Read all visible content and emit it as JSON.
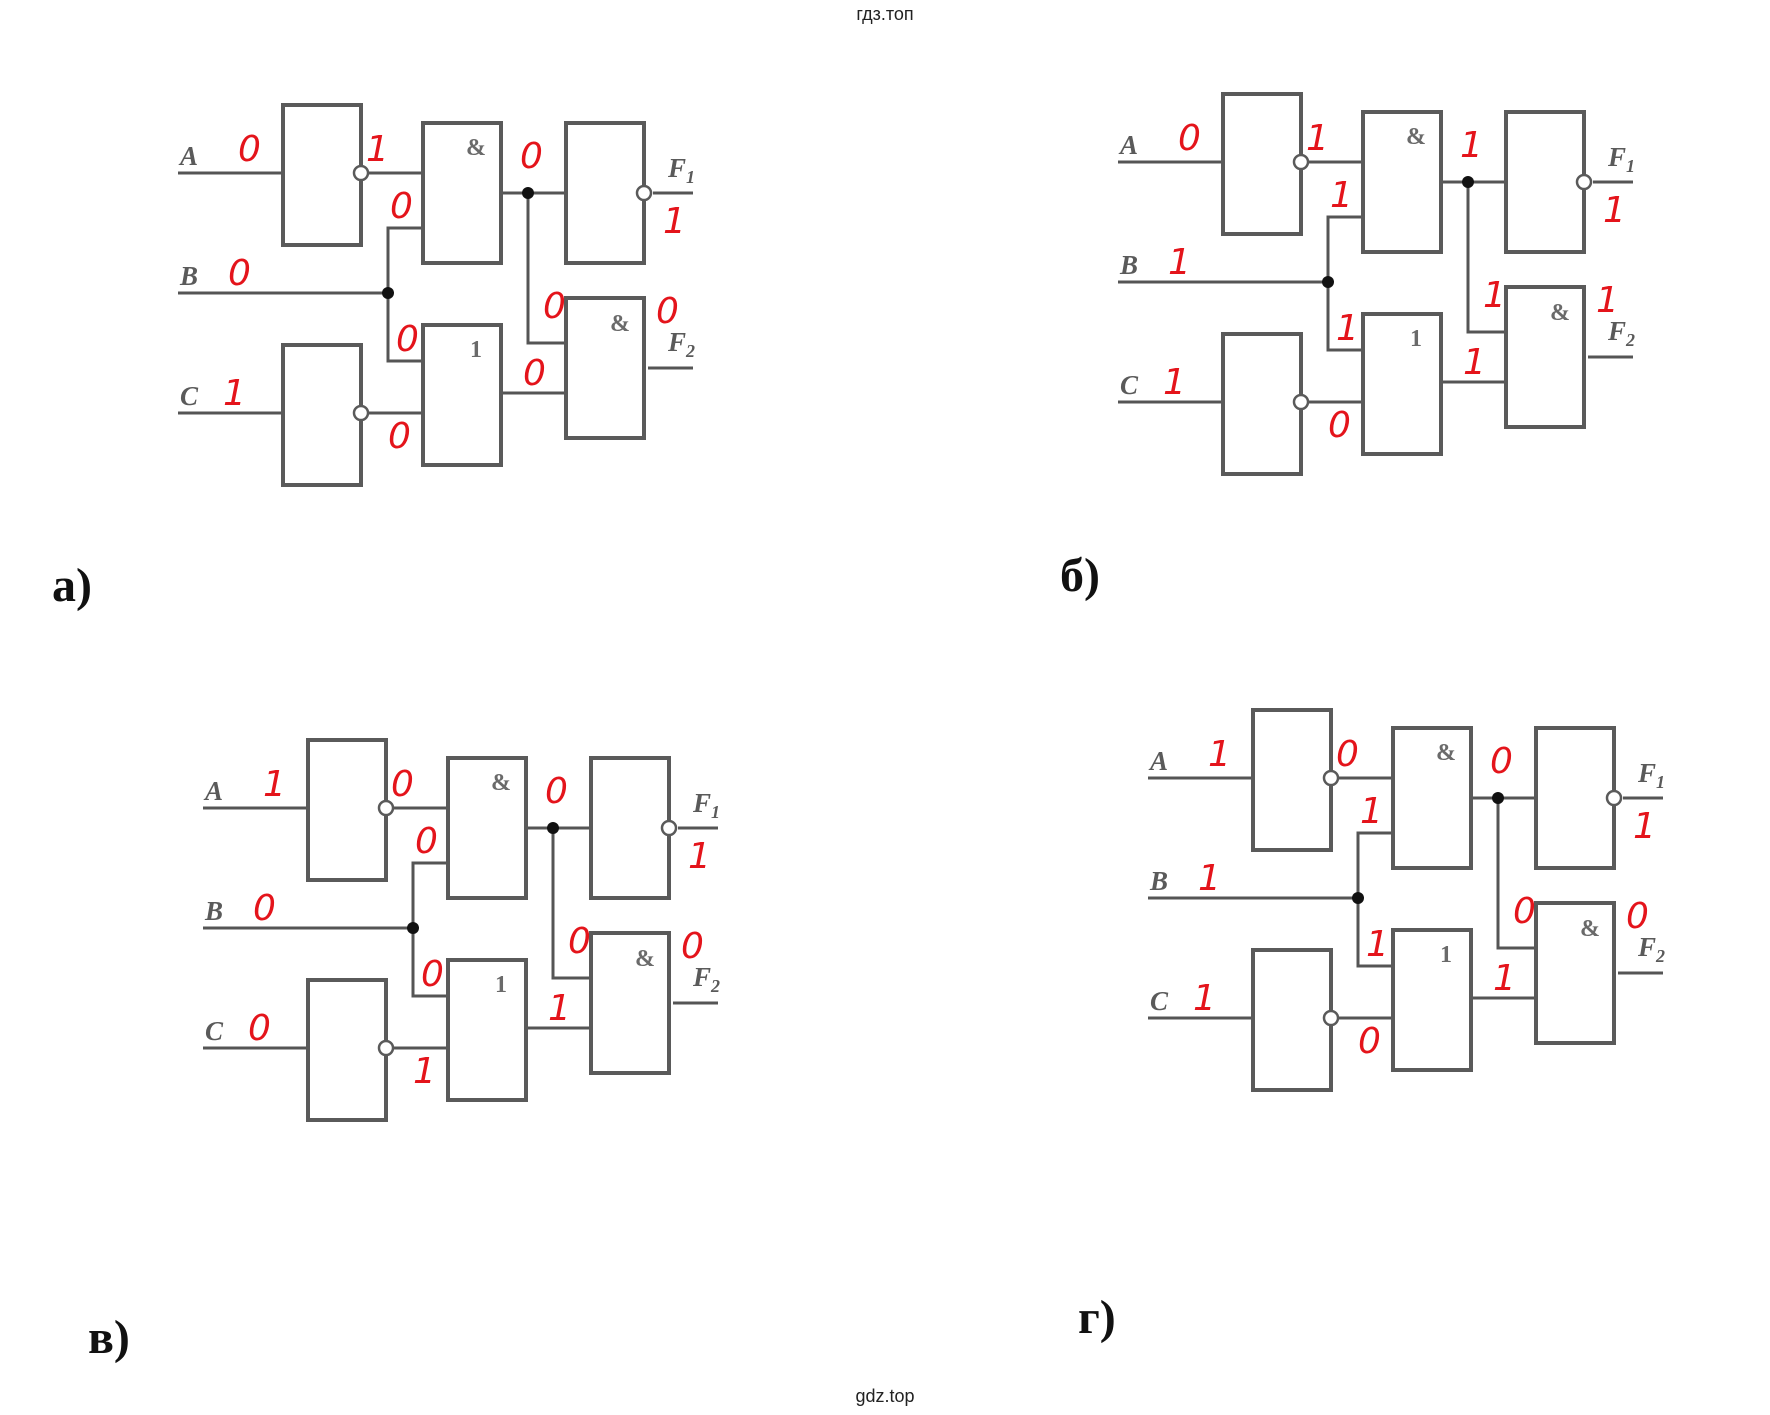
{
  "watermark_top": "гдз.топ",
  "watermark_bottom": "gdz.top",
  "symbols": {
    "and": "&",
    "or": "1"
  },
  "inputs": {
    "A": "A",
    "B": "B",
    "C": "C",
    "F": "F",
    "sub1": "1",
    "sub2": "2"
  },
  "panels": [
    {
      "label": "а)",
      "values": {
        "A": "0",
        "B": "0",
        "C": "1",
        "notA": "1",
        "b_and": "0",
        "b_or": "0",
        "notC": "0",
        "and1": "0",
        "and_to_and2": "0",
        "or_out": "0",
        "F1": "1",
        "F2": "0"
      }
    },
    {
      "label": "б)",
      "values": {
        "A": "0",
        "B": "1",
        "C": "1",
        "notA": "1",
        "b_and": "1",
        "b_or": "1",
        "notC": "0",
        "and1": "1",
        "and_to_and2": "1",
        "or_out": "1",
        "F1": "1",
        "F2": "1"
      }
    },
    {
      "label": "в)",
      "values": {
        "A": "1",
        "B": "0",
        "C": "0",
        "notA": "0",
        "b_and": "0",
        "b_or": "0",
        "notC": "1",
        "and1": "0",
        "and_to_and2": "0",
        "or_out": "1",
        "F1": "1",
        "F2": "0"
      }
    },
    {
      "label": "г)",
      "values": {
        "A": "1",
        "B": "1",
        "C": "1",
        "notA": "0",
        "b_and": "1",
        "b_or": "1",
        "notC": "0",
        "and1": "0",
        "and_to_and2": "0",
        "or_out": "1",
        "F1": "1",
        "F2": "0"
      }
    }
  ]
}
